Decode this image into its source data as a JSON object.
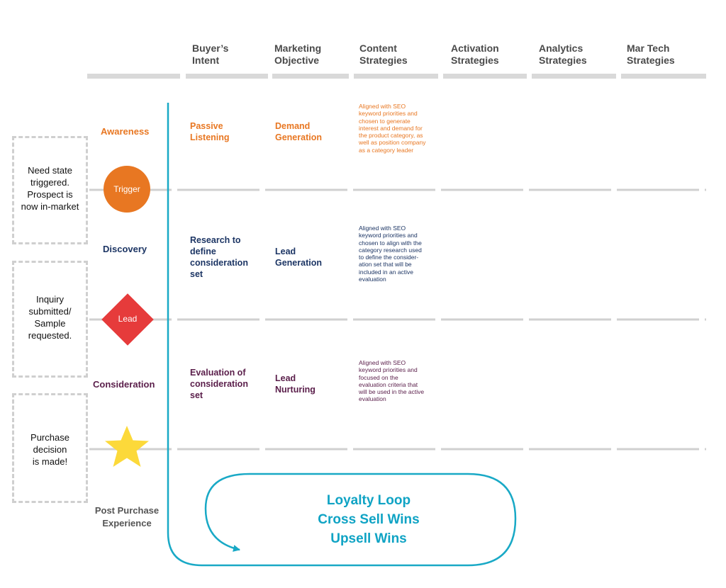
{
  "columns": [
    {
      "label": "Buyer’s\nIntent"
    },
    {
      "label": "Marketing\nObjective"
    },
    {
      "label": "Content\nStrategies"
    },
    {
      "label": "Activation\nStrategies"
    },
    {
      "label": "Analytics\nStrategies"
    },
    {
      "label": "Mar Tech\nStrategies"
    }
  ],
  "stages": {
    "awareness": "Awareness",
    "discovery": "Discovery",
    "consideration": "Consideration",
    "post_purchase": "Post Purchase\nExperience"
  },
  "markers": {
    "trigger": "Trigger",
    "lead": "Lead"
  },
  "rows": {
    "awareness": {
      "intent": "Passive\nListening",
      "objective": "Demand\nGeneration",
      "content": "Aligned with SEO\nkeyword priorities and\nchosen to generate\ninterest and demand for\nthe product category, as\nwell as position company\nas a category leader"
    },
    "discovery": {
      "intent": "Research to\ndefine\nconsideration\nset",
      "objective": "Lead\nGeneration",
      "content": "Aligned with SEO\nkeyword priorities and\nchosen to align with the\ncategory research used\nto define the consider-\nation set that will be\nincluded in an active\nevaluation"
    },
    "consideration": {
      "intent": "Evaluation of\nconsideration\nset",
      "objective": "Lead\nNurturing",
      "content": "Aligned with SEO\nkeyword priorities and\nfocused on the\nevaluation criteria that\nwill be used in the active\nevaluation"
    }
  },
  "side_boxes": {
    "trigger": "Need state\ntriggered.\nProspect is\nnow in-market",
    "lead": "Inquiry\nsubmitted/\nSample\nrequested.",
    "purchase": "Purchase\ndecision\nis made!"
  },
  "loop": {
    "line1": "Loyalty Loop",
    "line2": "Cross Sell Wins",
    "line3": "Upsell Wins"
  },
  "colors": {
    "orange": "#e87722",
    "navy": "#1c3564",
    "plum": "#5a1e4a",
    "red": "#e63b3b",
    "yellow": "#fcd93a",
    "teal": "#19a9c6",
    "grey_bar": "#d9d9d9"
  }
}
